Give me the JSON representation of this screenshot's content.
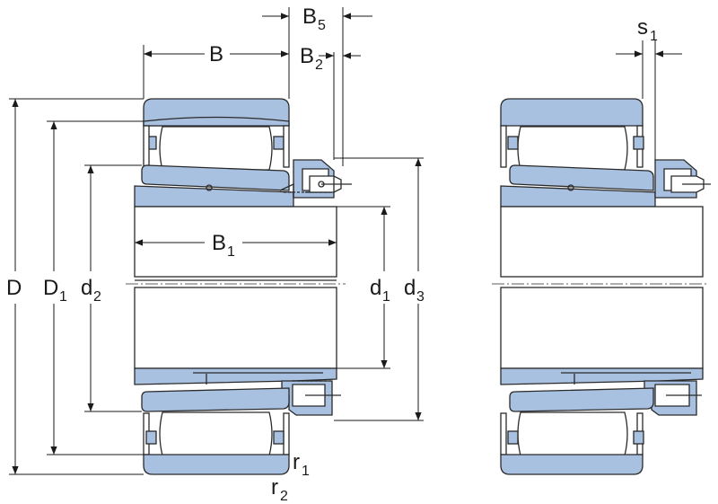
{
  "labels": {
    "B": "B",
    "B5": "B",
    "B5_sub": "5",
    "B2": "B",
    "B2_sub": "2",
    "B1": "B",
    "B1_sub": "1",
    "s1": "s",
    "s1_sub": "1",
    "D": "D",
    "D1": "D",
    "D1_sub": "1",
    "d2": "d",
    "d2_sub": "2",
    "d1": "d",
    "d1_sub": "1",
    "d3": "d",
    "d3_sub": "3",
    "r1": "r",
    "r1_sub": "1",
    "r2": "r",
    "r2_sub": "2"
  },
  "colors": {
    "part_fill": "#a9c1e1",
    "line": "#1a1a1a",
    "background": "#ffffff"
  }
}
